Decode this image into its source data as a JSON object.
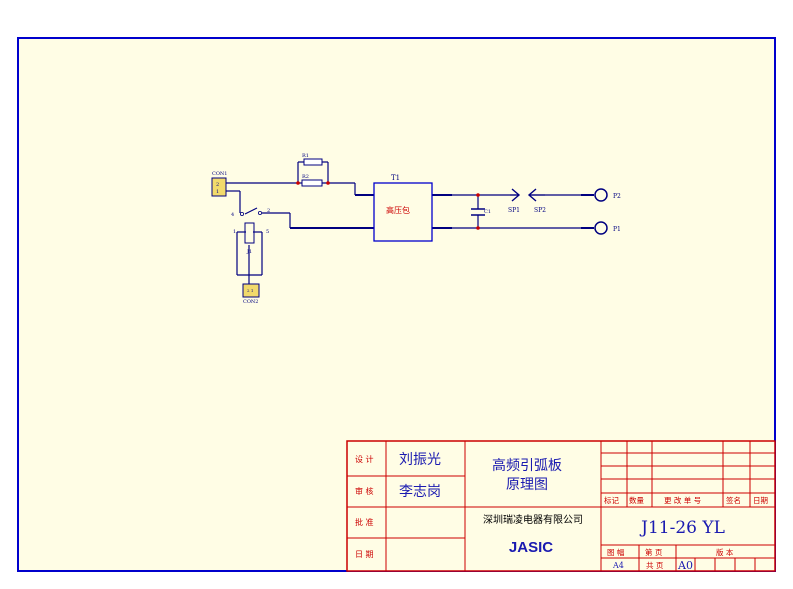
{
  "colors": {
    "paper": "#FFFDE5",
    "frame": "#0000CC",
    "wire": "#000080",
    "title_grid": "#CC0000",
    "title_text": "#1A1AB0",
    "component_label": "#CC0000",
    "wire_label": "#000080",
    "connector_fill": "#F2DA6B"
  },
  "schematic": {
    "con1": {
      "ref": "CON1",
      "pin2": "2",
      "pin1": "1"
    },
    "con2": {
      "ref": "CON2",
      "pin_text": "2 1"
    },
    "r1": {
      "ref": "R1"
    },
    "r2": {
      "ref": "R2"
    },
    "t1": {
      "ref": "T1",
      "label": "高压包"
    },
    "c1": {
      "ref": "C1"
    },
    "sp1": {
      "ref": "SP1"
    },
    "sp2": {
      "ref": "SP2"
    },
    "p1": {
      "ref": "P1"
    },
    "p2": {
      "ref": "P2"
    },
    "j1": {
      "ref": "J1",
      "pin4": "4",
      "pin2": "2",
      "pin1": "1",
      "pin5": "5"
    }
  },
  "title_block": {
    "design_label": "设 计",
    "design_name": "刘振光",
    "review_label": "审 核",
    "review_name": "李志岗",
    "approve_label": "批 准",
    "date_label": "日 期",
    "drawing_title_1": "高频引弧板",
    "drawing_title_2": "原理图",
    "company": "深圳瑞凌电器有限公司",
    "logo": "JASIC",
    "drawing_number": "J11-26 YL",
    "rev_mark_header": "标记",
    "rev_qty_header": "数量",
    "rev_change_header": "更 改 单 号",
    "rev_sign_header": "签名",
    "rev_date_header": "日期",
    "sheet_size_label": "图 幅",
    "sheet_no_label": "第 页",
    "version_label": "版 本",
    "sheet_size": "A4",
    "total_label": "共 页",
    "version": "A0"
  }
}
